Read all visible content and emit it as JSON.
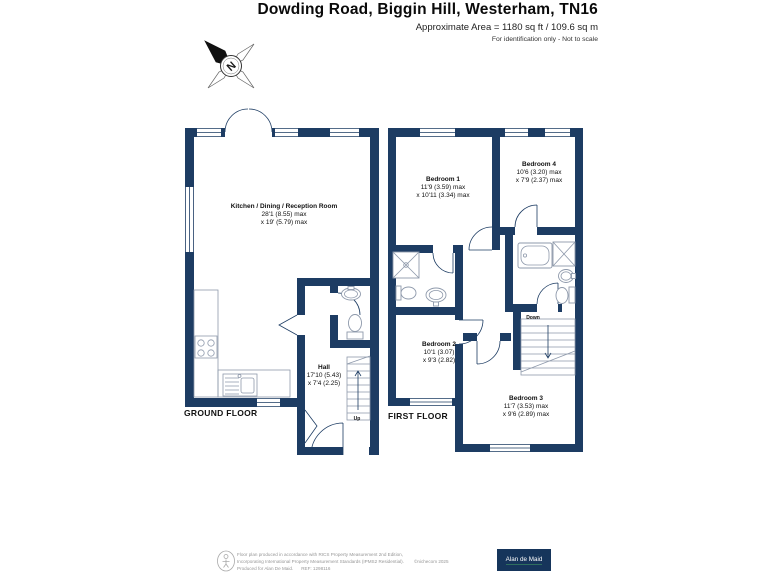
{
  "header": {
    "title": "Dowding Road, Biggin Hill, Westerham, TN16",
    "area": "Approximate Area = 1180 sq ft / 109.6 sq m",
    "disclaimer": "For identification only - Not to scale"
  },
  "compass": {
    "label": "N"
  },
  "floors": {
    "ground": {
      "label": "GROUND FLOOR",
      "stairs_label": "Up",
      "rooms": {
        "kitchen": {
          "name": "Kitchen / Dining / Reception Room",
          "dim1": "28'1 (8.55) max",
          "dim2": "x 19' (5.79) max"
        },
        "hall": {
          "name": "Hall",
          "dim1": "17'10 (5.43)",
          "dim2": "x 7'4 (2.25)"
        }
      }
    },
    "first": {
      "label": "FIRST FLOOR",
      "stairs_label": "Down",
      "rooms": {
        "bedroom1": {
          "name": "Bedroom 1",
          "dim1": "11'9 (3.59) max",
          "dim2": "x 10'11 (3.34) max"
        },
        "bedroom2": {
          "name": "Bedroom 2",
          "dim1": "10'1 (3.07)",
          "dim2": "x 9'3 (2.82)"
        },
        "bedroom3": {
          "name": "Bedroom 3",
          "dim1": "11'7 (3.53) max",
          "dim2": "x 9'6 (2.89) max"
        },
        "bedroom4": {
          "name": "Bedroom 4",
          "dim1": "10'6 (3.20) max",
          "dim2": "x 7'9 (2.37) max"
        }
      }
    }
  },
  "footer": {
    "line1": "Floor plan produced in accordance with RICS Property Measurement 2nd Edition,",
    "line2": "Incorporating International Property Measurement Standards (IPMS2 Residential).",
    "copyright": "©nichecom 2025",
    "line3": "Produced for Alan De Maid.",
    "ref": "REF: 1298116",
    "logo": "Alan de Maid"
  },
  "colors": {
    "wall_navy": "#1d3c63",
    "fixture_gray": "#8e99ab",
    "logo_bg": "#16355b",
    "logo_underline": "#2e6e5e",
    "footer_text": "#979797"
  }
}
